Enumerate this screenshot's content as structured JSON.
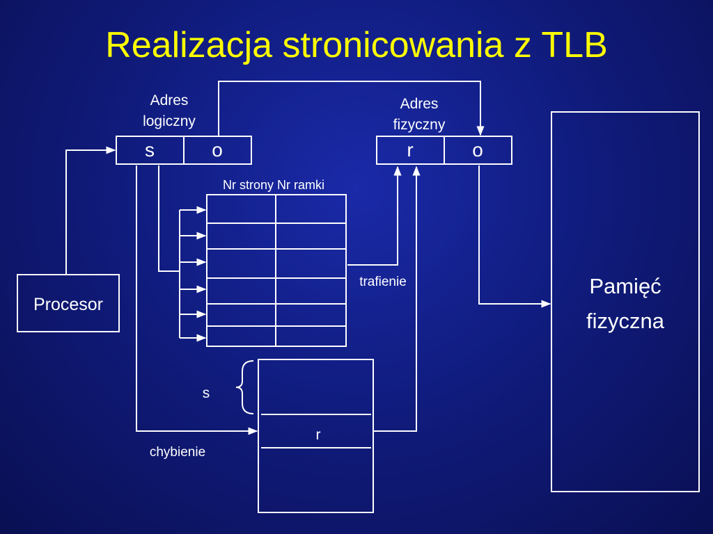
{
  "title": "Realizacja stronicowania z TLB",
  "colors": {
    "title": "#ffff00",
    "lines": "#ffffff",
    "text": "#ffffff",
    "background": "#101c7e"
  },
  "logical_address": {
    "caption_line1": "Adres",
    "caption_line2": "logiczny",
    "page_field": "s",
    "offset_field": "o"
  },
  "physical_address": {
    "caption_line1": "Adres",
    "caption_line2": "fizyczny",
    "frame_field": "r",
    "offset_field": "o"
  },
  "tlb": {
    "header": "Nr strony Nr ramki",
    "hit_label": "trafienie"
  },
  "processor": {
    "label": "Procesor"
  },
  "physical_memory": {
    "label_line1": "Pamięć",
    "label_line2": "fizyczna"
  },
  "page_table": {
    "index_label": "s",
    "entry_label": "r",
    "miss_label": "chybienie"
  }
}
